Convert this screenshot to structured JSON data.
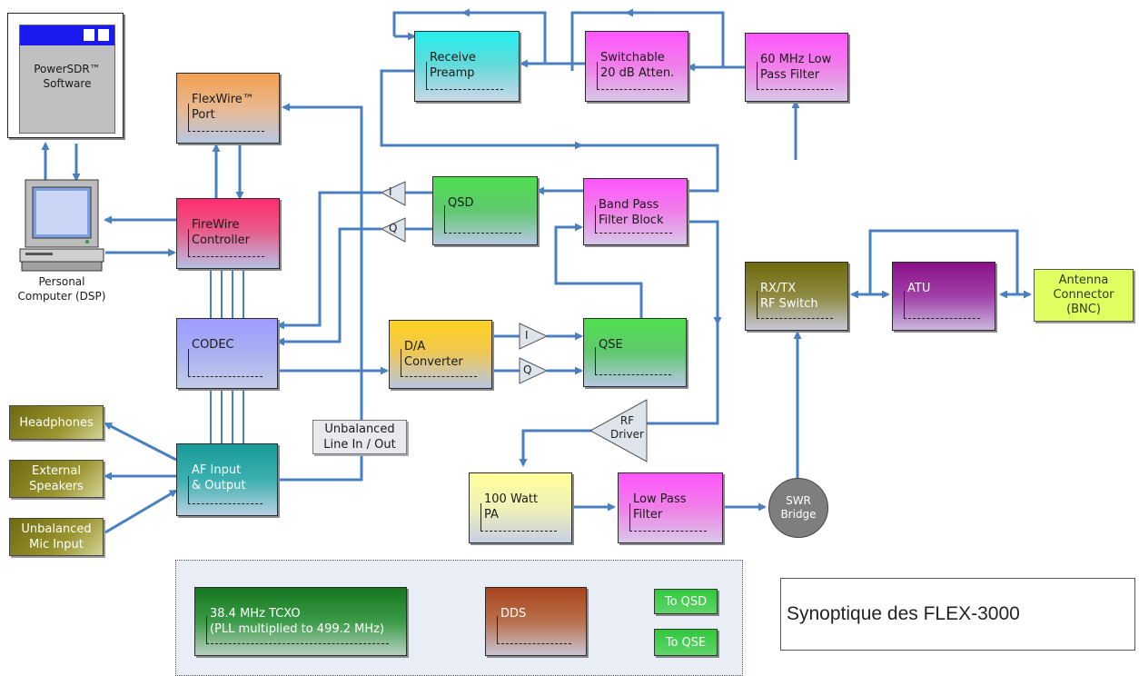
{
  "software": {
    "label": "PowerSDR™\nSoftware"
  },
  "computer": {
    "label": "Personal\nComputer (DSP)"
  },
  "blocks": {
    "receive_preamp": "Receive\nPreamp",
    "switchable_atten": "Switchable\n20 dB Atten.",
    "low_pass_60": "60 MHz Low\nPass Filter",
    "flexwire": "FlexWire™\nPort",
    "firewire": "FireWire\nController",
    "qsd": "QSD",
    "band_pass": "Band Pass\nFilter Block",
    "codec": "CODEC",
    "da_converter": "D/A\nConverter",
    "qse": "QSE",
    "rx_tx_switch": "RX/TX\nRF Switch",
    "atu": "ATU",
    "antenna": "Antenna\nConnector\n(BNC)",
    "af_io": "AF Input\n& Output",
    "unbalanced_line": "Unbalanced\nLine In / Out",
    "rf_driver": "RF\nDriver",
    "pa": "100 Watt\nPA",
    "low_pass_filter": "Low Pass\nFilter",
    "swr": "SWR\nBridge",
    "headphones": "Headphones",
    "ext_speakers": "External\nSpeakers",
    "mic_input": "Unbalanced\nMic Input",
    "tcxo": "38.4 MHz TCXO\n(PLL multiplied to 499.2 MHz)",
    "dds": "DDS",
    "to_qsd": "To QSD",
    "to_qse": "To QSE"
  },
  "amplifiers": {
    "i": "I",
    "q": "Q"
  },
  "title": "Synoptique des FLEX-3000",
  "colors": {
    "wire": "#4a7fc0"
  }
}
